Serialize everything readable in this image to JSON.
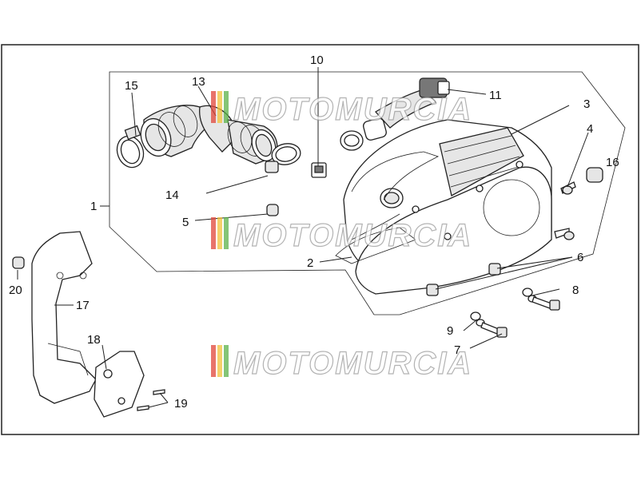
{
  "watermark": {
    "text": "MOTOMURCIA",
    "stripe_colors": [
      "#e0463a",
      "#f2c23a",
      "#5bb24a"
    ]
  },
  "callouts": [
    {
      "id": "1",
      "label": "1"
    },
    {
      "id": "2",
      "label": "2"
    },
    {
      "id": "3",
      "label": "3"
    },
    {
      "id": "4",
      "label": "4"
    },
    {
      "id": "5",
      "label": "5"
    },
    {
      "id": "6",
      "label": "6"
    },
    {
      "id": "7",
      "label": "7"
    },
    {
      "id": "8",
      "label": "8"
    },
    {
      "id": "9",
      "label": "9"
    },
    {
      "id": "10",
      "label": "10"
    },
    {
      "id": "11",
      "label": "11"
    },
    {
      "id": "13",
      "label": "13"
    },
    {
      "id": "14",
      "label": "14"
    },
    {
      "id": "15",
      "label": "15"
    },
    {
      "id": "16",
      "label": "16"
    },
    {
      "id": "17",
      "label": "17"
    },
    {
      "id": "18",
      "label": "18"
    },
    {
      "id": "19",
      "label": "19"
    },
    {
      "id": "20",
      "label": "20"
    }
  ]
}
